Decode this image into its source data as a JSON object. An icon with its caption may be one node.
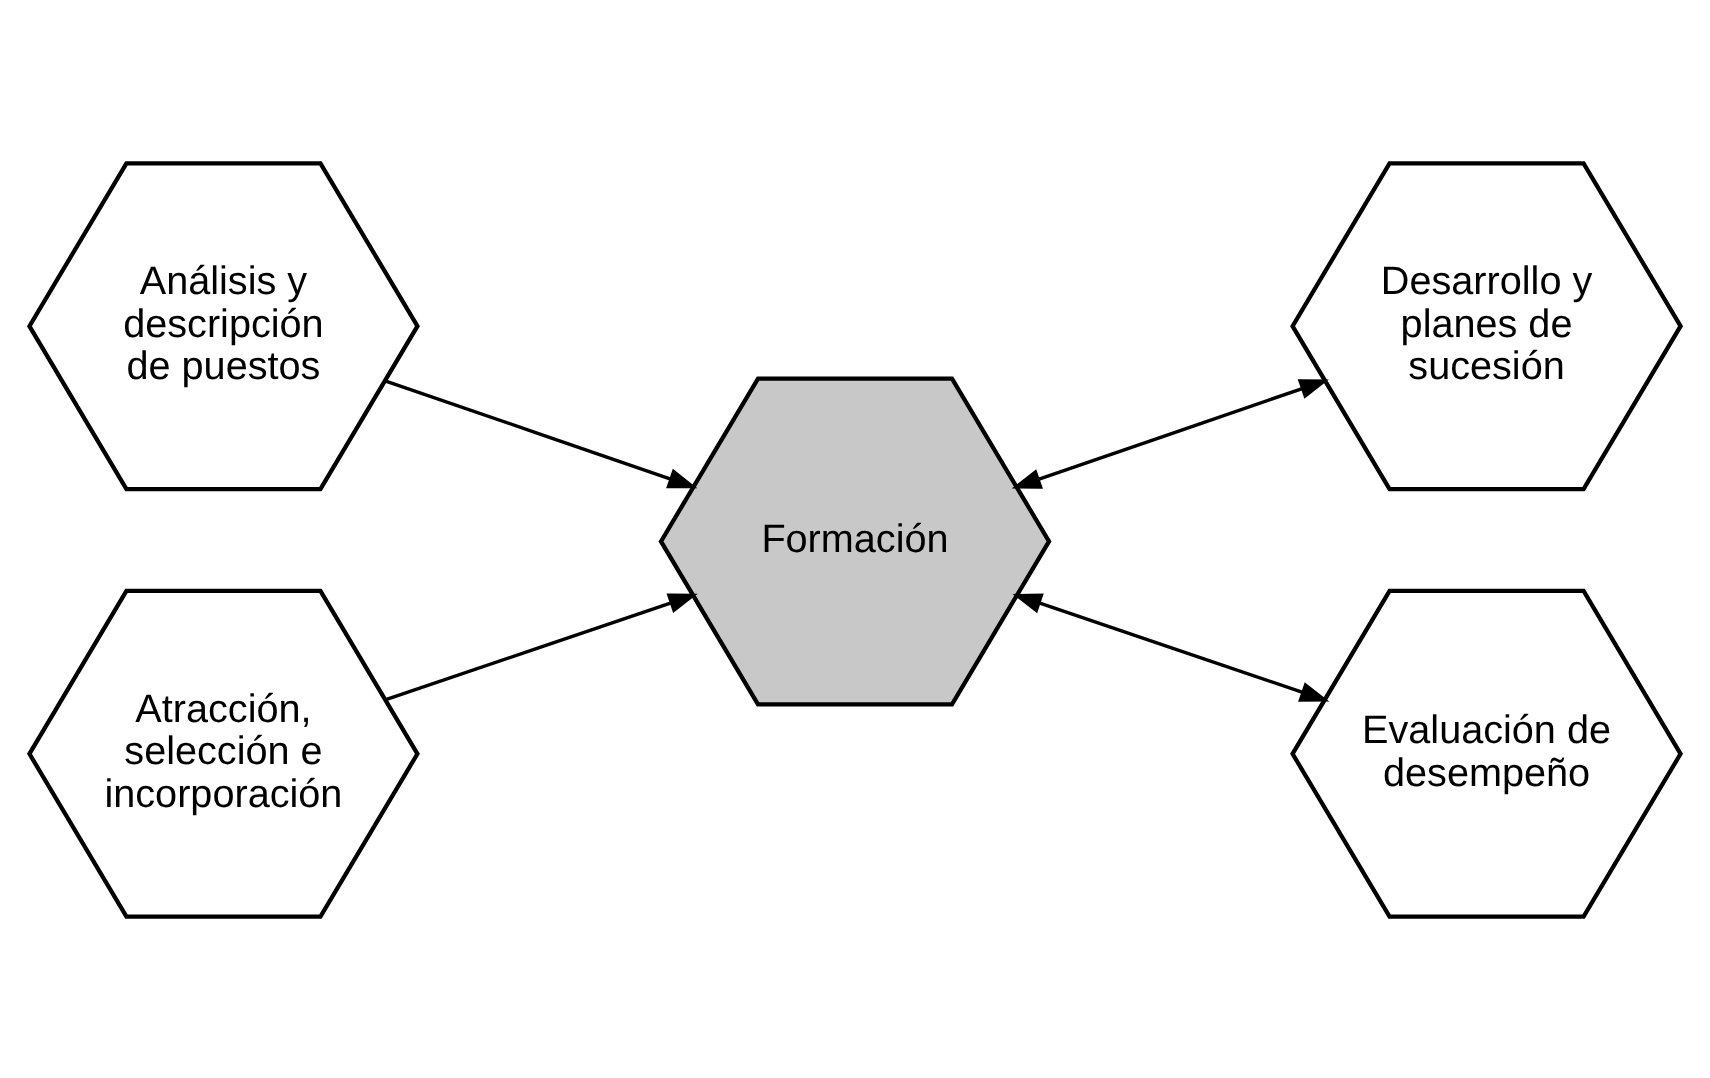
{
  "diagram": {
    "nodes": [
      {
        "text": [
          "Análisis y descripción de puestos"
        ]
      },
      {
        "text": [
          "Atracción, selección e incorporación"
        ]
      },
      {
        "text": [
          "Formación"
        ]
      },
      {
        "text": [
          "Desarrollo y planes de sucesión"
        ]
      },
      {
        "text": [
          "Evaluación de desempeño"
        ]
      }
    ],
    "edges": [
      {
        "from": 0,
        "to": 2,
        "arrow": "to"
      },
      {
        "from": 1,
        "to": 2,
        "arrow": "to"
      },
      {
        "from": 2,
        "to": 3,
        "arrow": "both"
      },
      {
        "from": 2,
        "to": 4,
        "arrow": "both"
      }
    ]
  }
}
